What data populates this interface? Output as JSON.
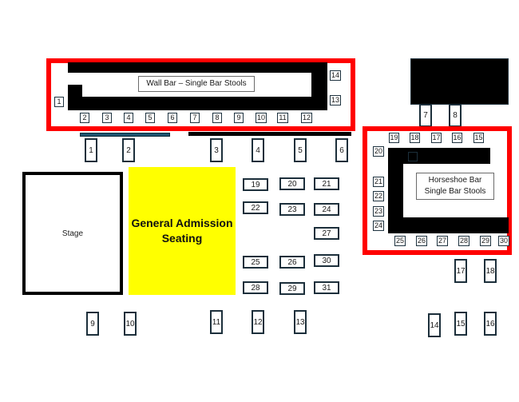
{
  "colors": {
    "bar_frame": "#ff0000",
    "bar_counter": "#000000",
    "general_admission": "#ffff00",
    "table_border": "#1c2f3b",
    "wall_ledge": "#1f5570"
  },
  "wall_bar": {
    "label": "Wall Bar – Single Bar Stools",
    "stools": [
      "1",
      "2",
      "3",
      "4",
      "5",
      "6",
      "7",
      "8",
      "9",
      "10",
      "11",
      "12",
      "13",
      "14"
    ]
  },
  "horseshoe_bar": {
    "label_line1": "Horseshoe Bar",
    "label_line2": "Single Bar Stools",
    "stools": [
      "15",
      "16",
      "17",
      "18",
      "19",
      "20",
      "21",
      "22",
      "23",
      "24",
      "25",
      "26",
      "27",
      "28",
      "29",
      "30"
    ]
  },
  "stage": {
    "label": "Stage"
  },
  "general_admission": {
    "line1": "General Admission",
    "line2": "Seating"
  },
  "high_tops_top_row": [
    "1",
    "2",
    "3",
    "4",
    "5",
    "6"
  ],
  "high_tops_bottom_row": [
    "9",
    "10",
    "11",
    "12",
    "13"
  ],
  "booth_tables": [
    "7",
    "8"
  ],
  "right_high_tops": [
    "14",
    "15",
    "16",
    "17",
    "18"
  ],
  "center_tables": [
    "19",
    "20",
    "21",
    "22",
    "23",
    "24",
    "25",
    "26",
    "27",
    "28",
    "29",
    "30",
    "31"
  ]
}
